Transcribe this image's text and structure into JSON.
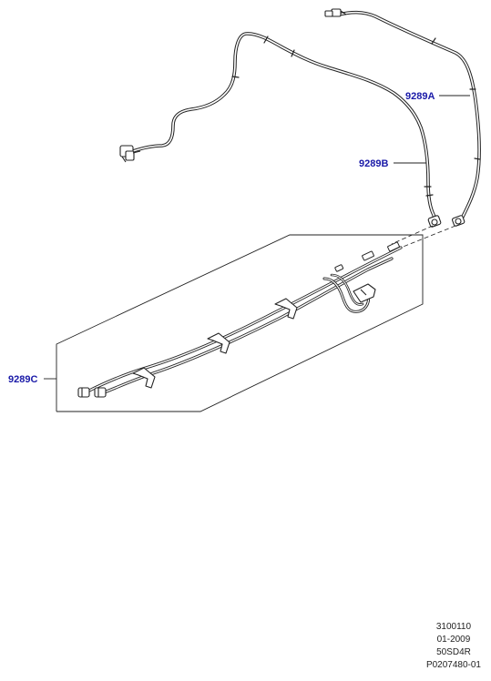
{
  "callouts": {
    "part_a": "9289A",
    "part_b": "9289B",
    "part_c": "9289C"
  },
  "reference": {
    "line1": "3100110",
    "line2": "01-2009",
    "line3": "50SD4R",
    "line4": "P0207480-01"
  },
  "colors": {
    "callout_text": "#1a1aa8",
    "line_art": "#222222"
  }
}
